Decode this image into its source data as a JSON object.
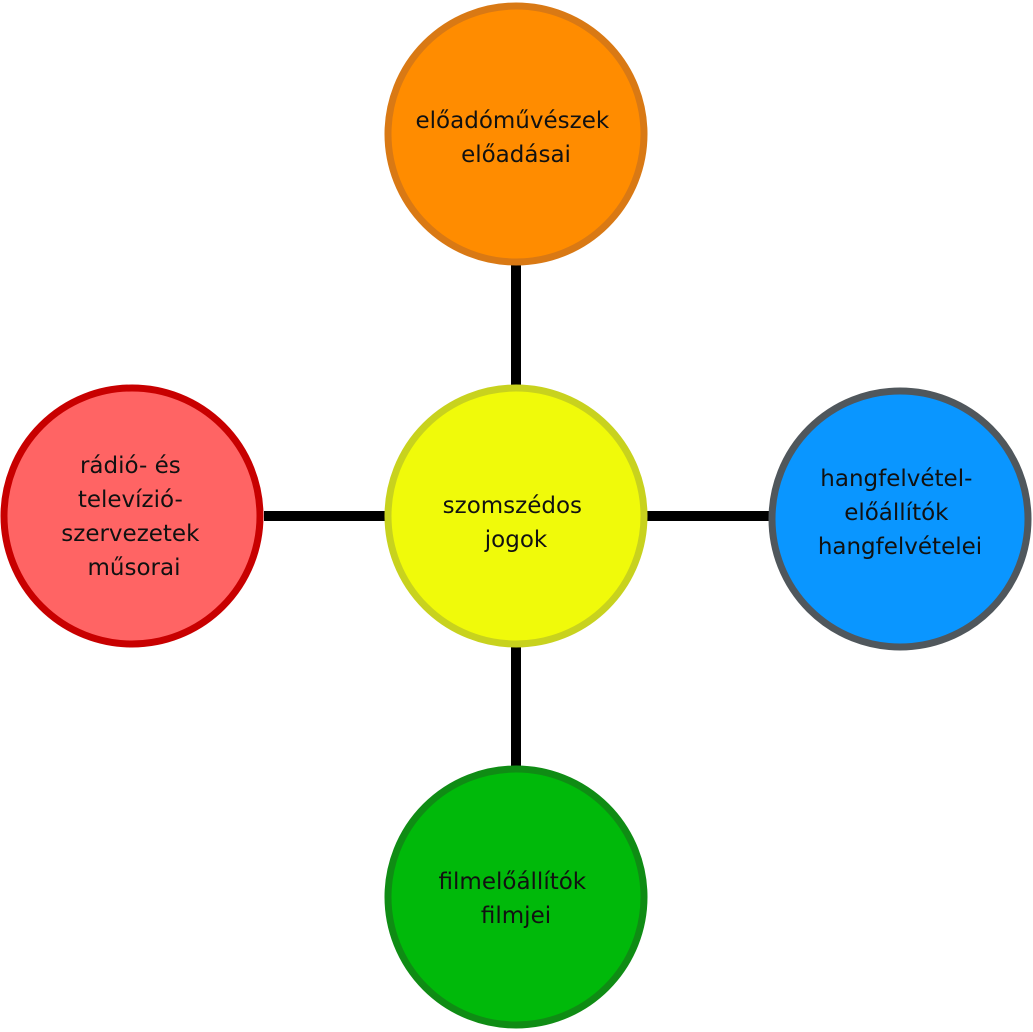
{
  "diagram": {
    "connector_color": "#000000",
    "center": {
      "lines": [
        "szomszédos",
        "jogok"
      ],
      "fill": "#f0fa0a",
      "border": "#c8d21e"
    },
    "nodes": {
      "top": {
        "lines": [
          "előadóművészek",
          "előadásai"
        ],
        "fill": "#ff8c00",
        "border": "#d97914"
      },
      "right": {
        "lines": [
          "hangfelvétel-",
          "előállítók",
          "hangfelvételei"
        ],
        "fill": "#0a96ff",
        "border": "#50575c"
      },
      "bottom": {
        "lines": [
          "filmelőállítók",
          "filmjei"
        ],
        "fill": "#00b90a",
        "border": "#0f8c14"
      },
      "left": {
        "lines": [
          "rádió- és",
          "televízió-",
          "szervezetek",
          "műsorai"
        ],
        "fill": "#ff6464",
        "border": "#c80000"
      }
    }
  }
}
